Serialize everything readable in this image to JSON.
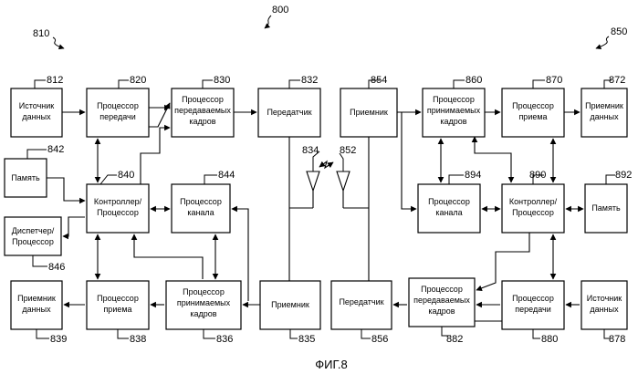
{
  "figure": {
    "number": "800",
    "caption": "ФИГ.8",
    "transmitter_system_ref": "810",
    "receiver_system_ref": "850"
  },
  "blocks": {
    "b812": {
      "ref": "812",
      "lines": [
        "Источник",
        "данных"
      ]
    },
    "b820": {
      "ref": "820",
      "lines": [
        "Процессор",
        "передачи"
      ]
    },
    "b830": {
      "ref": "830",
      "lines": [
        "Процессор",
        "передаваемых",
        "кадров"
      ]
    },
    "b832": {
      "ref": "832",
      "lines": [
        "Передатчик"
      ]
    },
    "b842": {
      "ref": "842",
      "lines": [
        "Память"
      ]
    },
    "b840": {
      "ref": "840",
      "lines": [
        "Контроллер/",
        "Процессор"
      ]
    },
    "b844": {
      "ref": "844",
      "lines": [
        "Процессор",
        "канала"
      ]
    },
    "b846": {
      "ref": "846",
      "lines": [
        "Диспетчер/",
        "Процессор"
      ]
    },
    "b839": {
      "ref": "839",
      "lines": [
        "Приемник",
        "данных"
      ]
    },
    "b838": {
      "ref": "838",
      "lines": [
        "Процессор",
        "приема"
      ]
    },
    "b836": {
      "ref": "836",
      "lines": [
        "Процессор",
        "принимаемых",
        "кадров"
      ]
    },
    "b835": {
      "ref": "835",
      "lines": [
        "Приемник"
      ]
    },
    "b854": {
      "ref": "854",
      "lines": [
        "Приемник"
      ]
    },
    "b860": {
      "ref": "860",
      "lines": [
        "Процессор",
        "принимаемых",
        "кадров"
      ]
    },
    "b870": {
      "ref": "870",
      "lines": [
        "Процессор",
        "приема"
      ]
    },
    "b872": {
      "ref": "872",
      "lines": [
        "Приемник",
        "данных"
      ]
    },
    "b894": {
      "ref": "894",
      "lines": [
        "Процессор",
        "канала"
      ]
    },
    "b890": {
      "ref": "890",
      "lines": [
        "Контроллер/",
        "Процессор"
      ]
    },
    "b892": {
      "ref": "892",
      "lines": [
        "Память"
      ]
    },
    "b856": {
      "ref": "856",
      "lines": [
        "Передатчик"
      ]
    },
    "b882": {
      "ref": "882",
      "lines": [
        "Процессор",
        "передаваемых",
        "кадров"
      ]
    },
    "b880": {
      "ref": "880",
      "lines": [
        "Процессор",
        "передачи"
      ]
    },
    "b878": {
      "ref": "878",
      "lines": [
        "Источник",
        "данных"
      ]
    }
  },
  "antennas": {
    "a834": {
      "ref": "834"
    },
    "a852": {
      "ref": "852"
    }
  }
}
